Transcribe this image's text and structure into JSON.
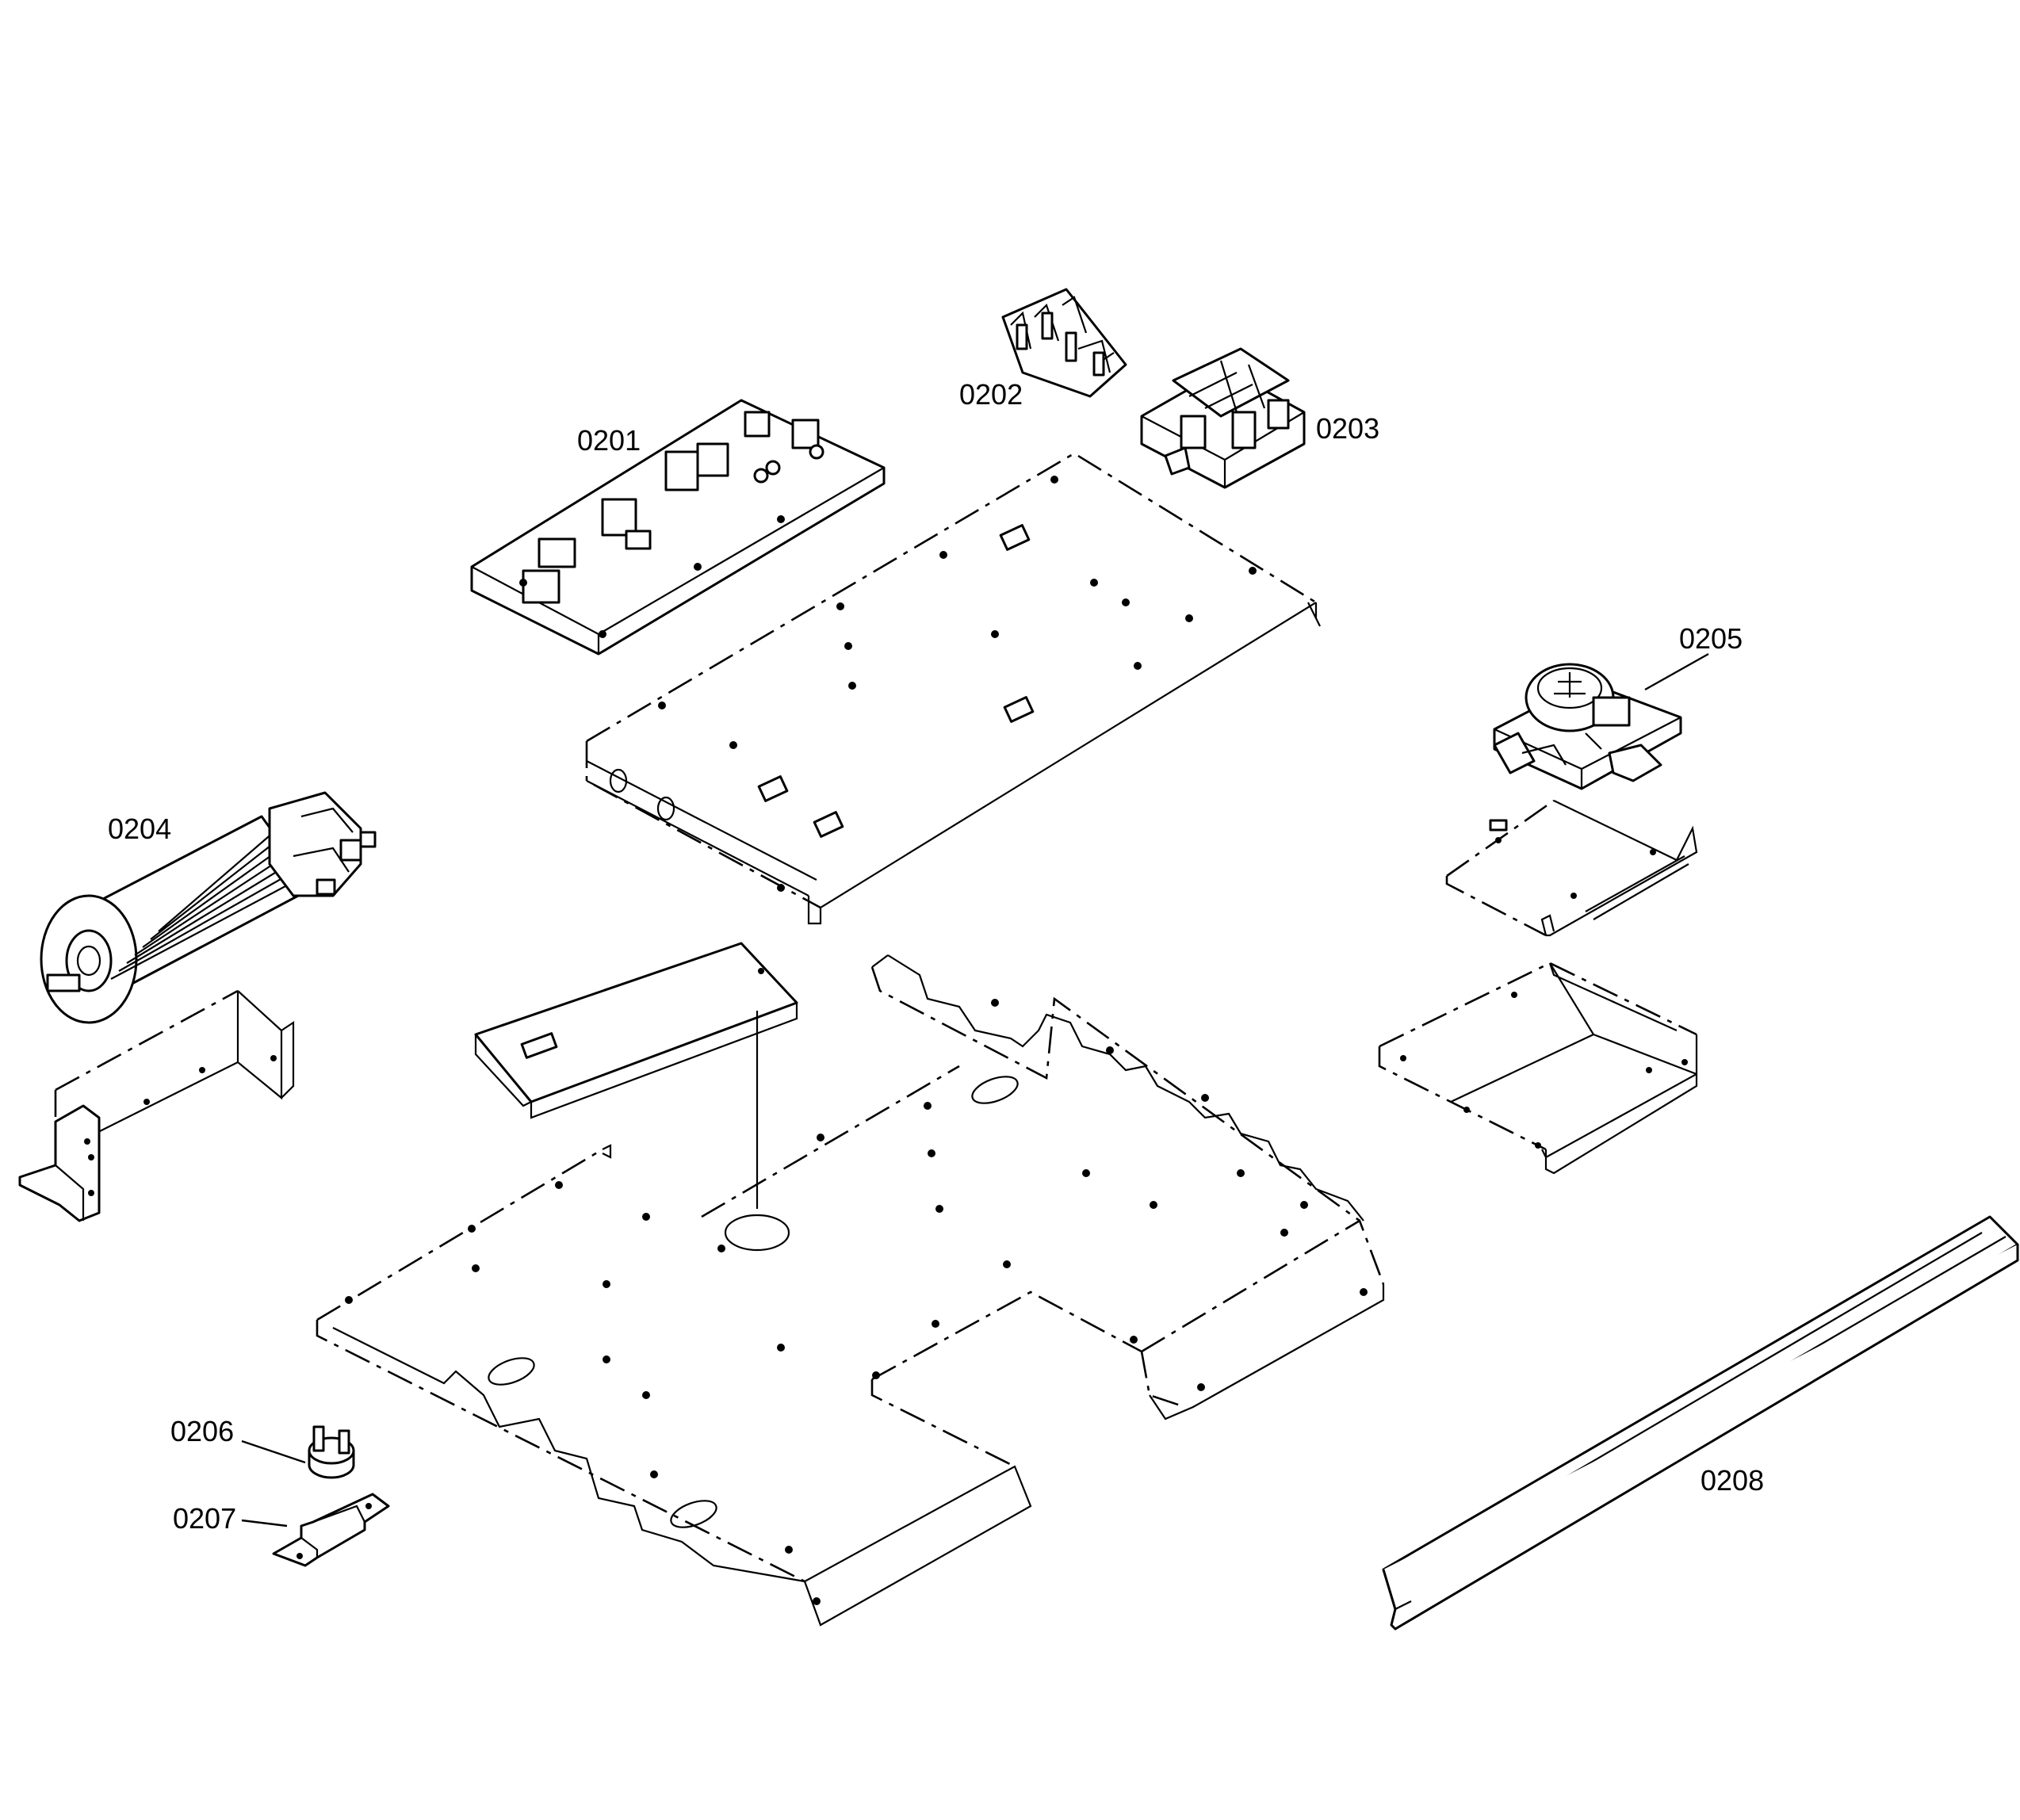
{
  "diagram": {
    "type": "exploded-parts-view",
    "parts": [
      {
        "id": "0201",
        "label": "0201"
      },
      {
        "id": "0202",
        "label": "0202"
      },
      {
        "id": "0203",
        "label": "0203"
      },
      {
        "id": "0204",
        "label": "0204"
      },
      {
        "id": "0205",
        "label": "0205"
      },
      {
        "id": "0206",
        "label": "0206"
      },
      {
        "id": "0207",
        "label": "0207"
      },
      {
        "id": "0208",
        "label": "0208"
      }
    ]
  }
}
